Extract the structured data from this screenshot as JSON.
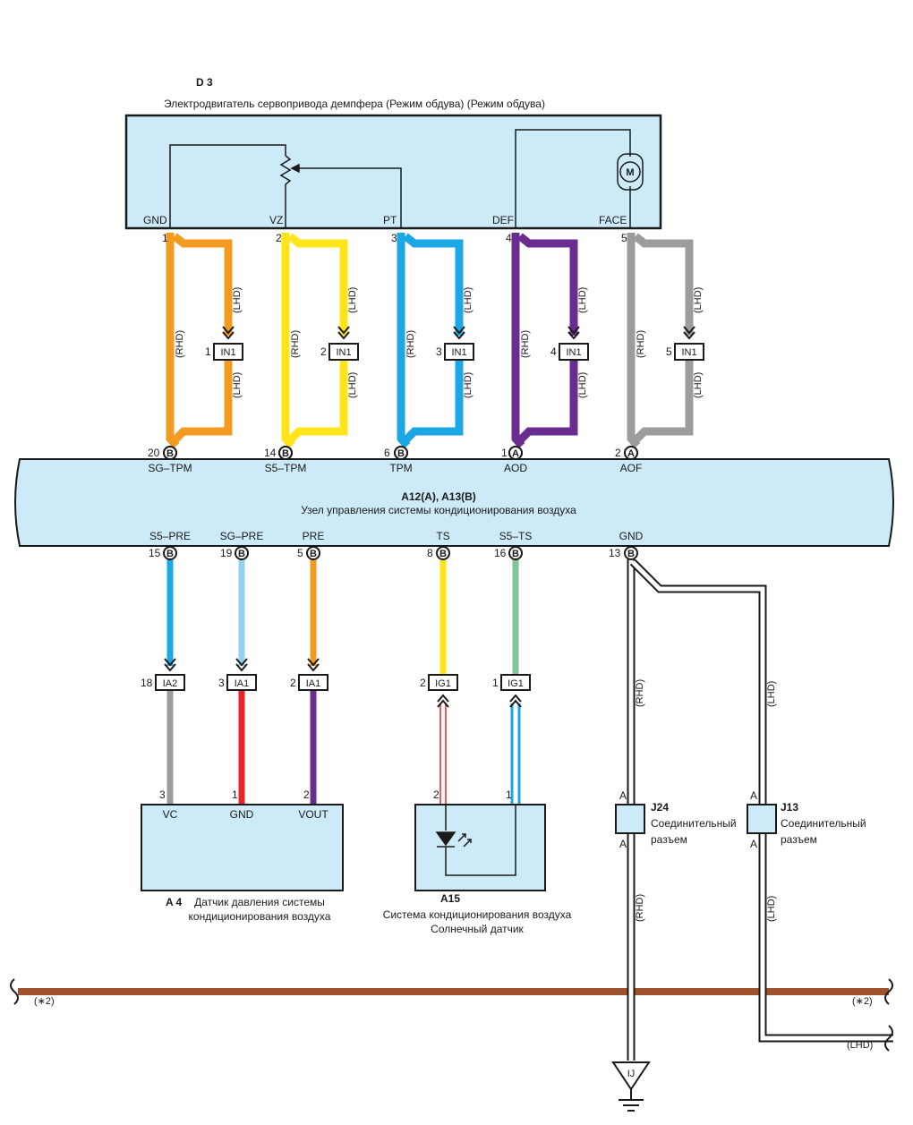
{
  "d3": {
    "id": "D 3",
    "title": "Электродвигатель сервопривода демпфера (Режим обдува) (Режим обдува)",
    "motor": "M",
    "terminals": [
      {
        "pin": "1",
        "name": "GND"
      },
      {
        "pin": "2",
        "name": "VZ"
      },
      {
        "pin": "3",
        "name": "PT"
      },
      {
        "pin": "4",
        "name": "DEF"
      },
      {
        "pin": "5",
        "name": "FACE"
      }
    ]
  },
  "wire_colors": {
    "orange": "#f39a21",
    "yellow": "#ffe51a",
    "blue": "#1ba7e3",
    "purple": "#6b2c91",
    "gray": "#9c9c9e",
    "light_blue": "#8fd3f0",
    "red": "#e8232a",
    "green": "#82c59b",
    "brown": "#a0522d",
    "box_fill": "#cdeaf8"
  },
  "upper_links": [
    {
      "d3_pin": "1",
      "conn_pin": "1",
      "conn": "IN1",
      "rhd": "(RHD)",
      "lhd": "(LHD)",
      "ecu_pin": "20",
      "ecu_conn": "B",
      "ecu_name": "SG–TPM"
    },
    {
      "d3_pin": "2",
      "conn_pin": "2",
      "conn": "IN1",
      "rhd": "(RHD)",
      "lhd": "(LHD)",
      "ecu_pin": "14",
      "ecu_conn": "B",
      "ecu_name": "S5–TPM"
    },
    {
      "d3_pin": "3",
      "conn_pin": "3",
      "conn": "IN1",
      "rhd": "(RHD)",
      "lhd": "(LHD)",
      "ecu_pin": "6",
      "ecu_conn": "B",
      "ecu_name": "TPM"
    },
    {
      "d3_pin": "4",
      "conn_pin": "4",
      "conn": "IN1",
      "rhd": "(RHD)",
      "lhd": "(LHD)",
      "ecu_pin": "1",
      "ecu_conn": "A",
      "ecu_name": "AOD"
    },
    {
      "d3_pin": "5",
      "conn_pin": "5",
      "conn": "IN1",
      "rhd": "(RHD)",
      "lhd": "(LHD)",
      "ecu_pin": "2",
      "ecu_conn": "A",
      "ecu_name": "AOF"
    }
  ],
  "ecu": {
    "id": "A12(A), A13(B)",
    "title": "Узел управления системы кондиционирования воздуха"
  },
  "lower_links": [
    {
      "ecu_name": "S5–PRE",
      "ecu_pin": "15",
      "ecu_conn": "B",
      "conn_pin": "18",
      "conn": "IA2",
      "dev_pin": "3"
    },
    {
      "ecu_name": "SG–PRE",
      "ecu_pin": "19",
      "ecu_conn": "B",
      "conn_pin": "3",
      "conn": "IA1",
      "dev_pin": "1"
    },
    {
      "ecu_name": "PRE",
      "ecu_pin": "5",
      "ecu_conn": "B",
      "conn_pin": "2",
      "conn": "IA1",
      "dev_pin": "2"
    },
    {
      "ecu_name": "TS",
      "ecu_pin": "8",
      "ecu_conn": "B",
      "conn_pin": "2",
      "conn": "IG1",
      "dev_pin": "2"
    },
    {
      "ecu_name": "S5–TS",
      "ecu_pin": "16",
      "ecu_conn": "B",
      "conn_pin": "1",
      "conn": "IG1",
      "dev_pin": "1"
    },
    {
      "ecu_name": "GND",
      "ecu_pin": "13",
      "ecu_conn": "B"
    }
  ],
  "a4": {
    "id": "A 4",
    "title_line1": "Датчик давления системы",
    "title_line2": "кондиционирования воздуха",
    "terminals": [
      "VC",
      "GND",
      "VOUT"
    ]
  },
  "a15": {
    "id": "A15",
    "title_line1": "Система кондиционирования воздуха",
    "title_line2": "Солнечный датчик"
  },
  "j24": {
    "id": "J24",
    "line1": "Соединительный",
    "line2": "разъем",
    "pin_top": "A",
    "pin_bottom": "A",
    "wire_top": "(RHD)",
    "wire_bottom": "(RHD)"
  },
  "j13": {
    "id": "J13",
    "line1": "Соединительный",
    "line2": "разъем",
    "pin_top": "A",
    "pin_bottom": "A",
    "wire_top": "(LHD)",
    "wire_bottom": "(LHD)"
  },
  "footer": {
    "ref_left": "(∗2)",
    "ref_right": "(∗2)",
    "lhd": "(LHD)",
    "ground": "IJ"
  }
}
